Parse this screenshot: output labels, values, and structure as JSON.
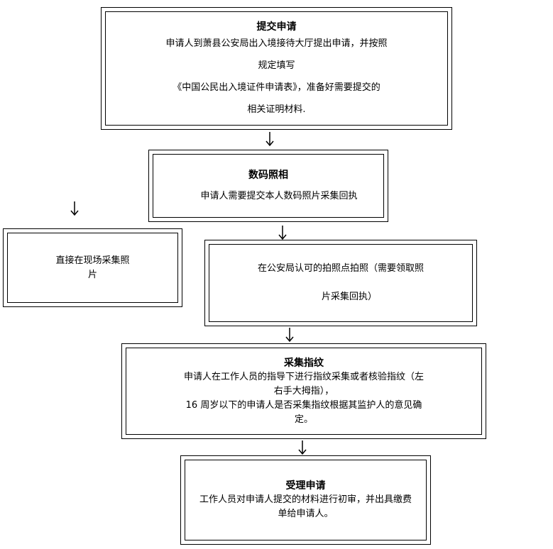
{
  "steps": {
    "submit": {
      "title": "提交申请",
      "lines": [
        "申请人到萧县公安局出入境接待大厅提出申请，并按照",
        "规定填写",
        "《中国公民出入境证件申请表》，准备好需要提交的",
        "相关证明材料."
      ]
    },
    "photo": {
      "title": "数码照相",
      "lines": [
        "申请人需要提交本人数码照片采集回执"
      ]
    },
    "onsite": {
      "lines": [
        "直接在现场采集照",
        "片"
      ]
    },
    "police": {
      "lines": [
        "在公安局认可的拍照点拍照（需要领取照",
        "片采集回执）"
      ]
    },
    "fingerprint": {
      "title": "采集指纹",
      "lines": [
        "申请人在工作人员的指导下进行指纹采集或者核验指纹（左",
        "右手大拇指），",
        "16 周岁以下的申请人是否采集指纹根据其监护人的意见确",
        "定。"
      ]
    },
    "accept": {
      "title": "受理申请",
      "lines": [
        "工作人员对申请人提交的材料进行初审，并出具缴费",
        "单给申请人。"
      ]
    }
  }
}
